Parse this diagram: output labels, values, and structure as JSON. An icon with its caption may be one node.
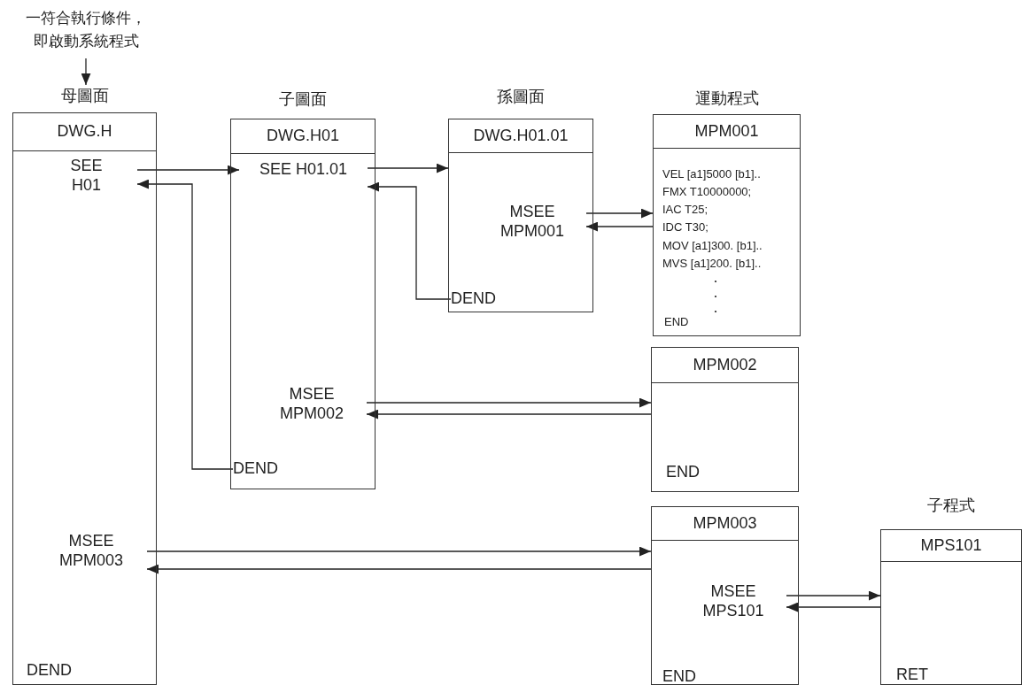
{
  "diagram": {
    "nodes": [
      {
        "text": [
          "一符合執行條件，即啟動系統程式"
        ]
      },
      {
        "text": [
          "母圖面",
          "DWG.H",
          "DEND"
        ]
      },
      {
        "text": [
          "SEE H01"
        ],
        "in": 1
      },
      {
        "text": [
          "MSEE MPM003"
        ],
        "in": 1
      },
      {
        "text": [
          "子圖面",
          "DWG.H01"
        ]
      },
      {
        "text": [
          "SEE H01.01"
        ],
        "in": 4
      },
      {
        "text": [
          "MSEE MPM002"
        ],
        "in": 4
      },
      {
        "text": [
          "DEND"
        ],
        "in": 4
      },
      {
        "text": [
          "孫圖面",
          "DWG.H01.01"
        ]
      },
      {
        "text": [
          "MSEE MPM001"
        ],
        "in": 8
      },
      {
        "text": [
          "DEND"
        ],
        "in": 8
      },
      {
        "text": [
          "運動程式",
          "MPM001",
          "VEL [a1]5000 [b1]..",
          "FMX T10000000;",
          "IAC T25;",
          "IDC T30;",
          "MOV [a1]300. [b1]..",
          "MVS [a1]200. [b1]..",
          "END"
        ]
      },
      {
        "text": [
          "MPM002",
          "END"
        ]
      },
      {
        "text": [
          "MPM003",
          "END"
        ]
      },
      {
        "text": [
          "MSEE MPS101"
        ],
        "in": 13
      },
      {
        "text": [
          "子程式",
          "MPS101",
          "RET"
        ]
      }
    ],
    "edges": [
      {
        "from": 0,
        "to": 1,
        "arrow": "to"
      },
      {
        "from": 2,
        "to": 5,
        "arrow": "to"
      },
      {
        "from": 7,
        "to": 2,
        "arrow": "to"
      },
      {
        "from": 5,
        "to": 8,
        "arrow": "to"
      },
      {
        "from": 10,
        "to": 5,
        "arrow": "to"
      },
      {
        "from": 9,
        "to": 11,
        "arrow": "to"
      },
      {
        "from": 11,
        "to": 9,
        "arrow": "to"
      },
      {
        "from": 6,
        "to": 12,
        "arrow": "to"
      },
      {
        "from": 12,
        "to": 6,
        "arrow": "to"
      },
      {
        "from": 3,
        "to": 13,
        "arrow": "to"
      },
      {
        "from": 13,
        "to": 3,
        "arrow": "to"
      },
      {
        "from": 14,
        "to": 15,
        "arrow": "to"
      },
      {
        "from": 15,
        "to": 14,
        "arrow": "to"
      }
    ]
  }
}
